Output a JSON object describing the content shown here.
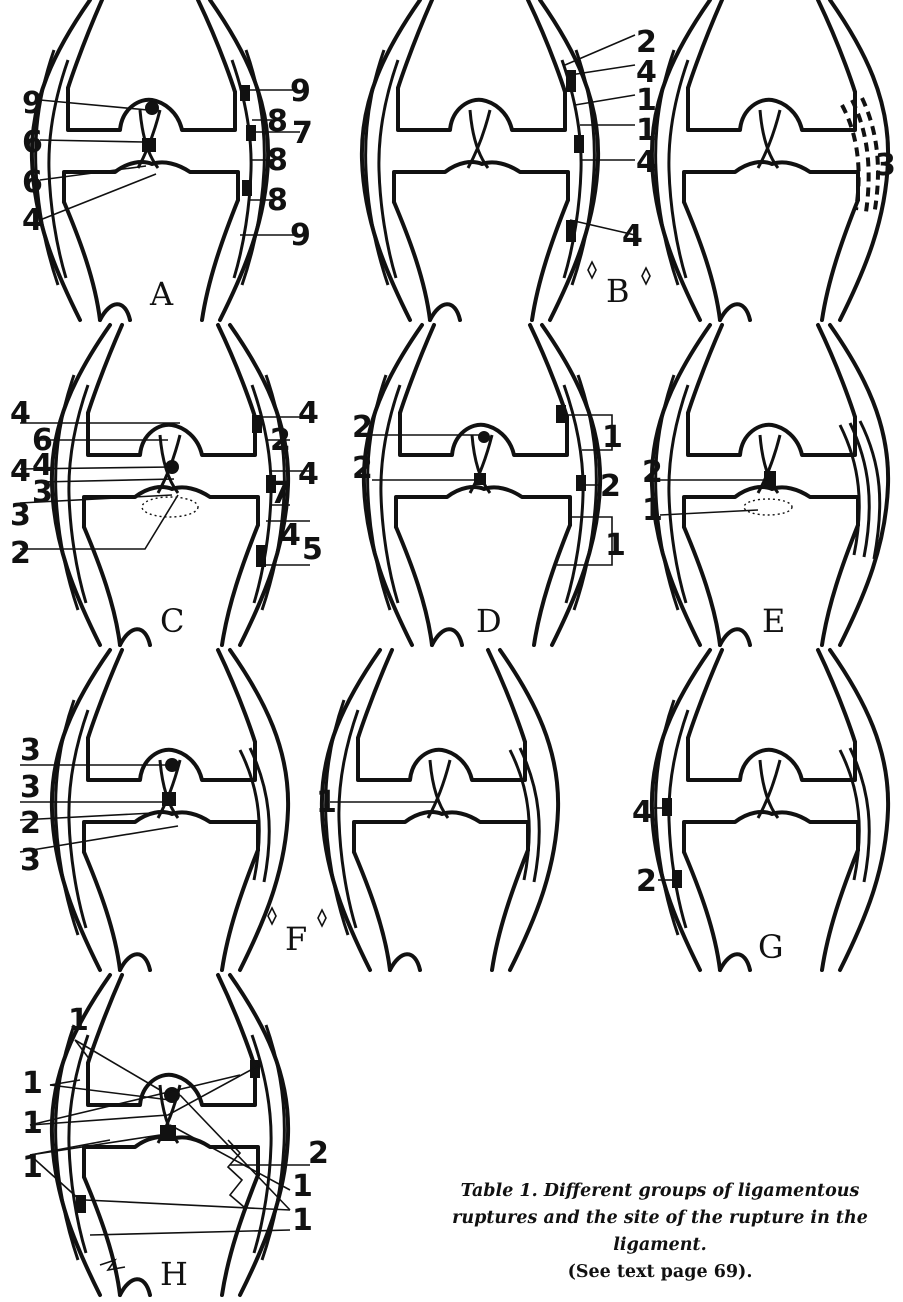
{
  "panel_letters": {
    "a": "A",
    "b": "B",
    "c": "C",
    "d": "D",
    "e": "E",
    "f": "F",
    "g": "G",
    "h": "H"
  },
  "labels": {
    "A": [
      "9",
      "6",
      "6",
      "4",
      "9",
      "8",
      "7",
      "8",
      "8",
      "9"
    ],
    "B": [
      "2",
      "4",
      "1",
      "1",
      "4",
      "4",
      "3"
    ],
    "C": [
      "4",
      "6",
      "4",
      "4",
      "3",
      "3",
      "2",
      "4",
      "2",
      "4",
      "7",
      "4",
      "5"
    ],
    "D": [
      "2",
      "2",
      "1",
      "2",
      "1"
    ],
    "E": [
      "2",
      "1"
    ],
    "F": [
      "3",
      "3",
      "2",
      "3",
      "1"
    ],
    "G": [
      "4",
      "2"
    ],
    "H": [
      "1",
      "1",
      "1",
      "1",
      "2",
      "1",
      "1"
    ]
  },
  "caption": {
    "text": "Table 1. Different groups of ligamentous ruptures and the site of the rupture in the ligament.",
    "note": "(See text page 69)."
  }
}
